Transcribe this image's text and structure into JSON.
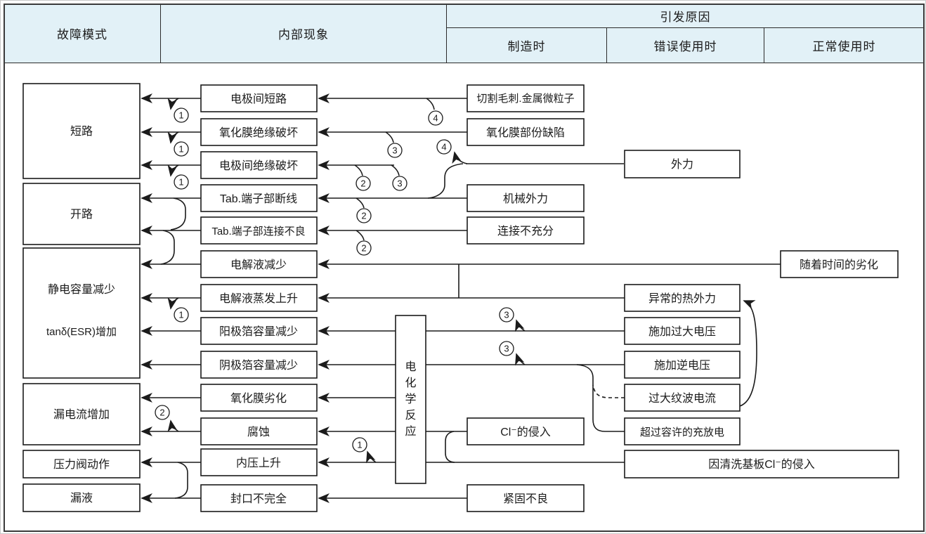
{
  "header": {
    "failure_mode": "故障模式",
    "internal_phenomenon": "内部现象",
    "cause": "引发原因",
    "cause_manufacturing": "制造时",
    "cause_misuse": "错误使用时",
    "cause_normal": "正常使用时"
  },
  "failure_modes": {
    "short_circuit": "短路",
    "open_circuit": "开路",
    "capacitance_line1": "静电容量减少",
    "capacitance_line2": "tanδ(ESR)增加",
    "leakage_current": "漏电流增加",
    "pressure_valve": "压力阀动作",
    "liquid_leak": "漏液"
  },
  "phenomena": {
    "p1": "电极间短路",
    "p2": "氧化膜绝缘破坏",
    "p3": "电极间绝缘破坏",
    "p4": "Tab.端子部断线",
    "p5": "Tab.端子部连接不良",
    "p6": "电解液减少",
    "p7": "电解液蒸发上升",
    "p8": "阳极箔容量减少",
    "p9": "阴极箔容量减少",
    "p10": "氧化膜劣化",
    "p11": "腐蚀",
    "p12": "内压上升",
    "p13": "封口不完全",
    "reaction_c1": "电",
    "reaction_c2": "化",
    "reaction_c3": "学",
    "reaction_c4": "反",
    "reaction_c5": "应"
  },
  "causes_manufacturing": {
    "m1": "切割毛刺.金属微粒子",
    "m2": "氧化膜部份缺陷",
    "m3": "机械外力",
    "m4": "连接不充分",
    "m5": "Cl⁻的侵入",
    "m6": "紧固不良"
  },
  "causes_misuse": {
    "u1": "外力",
    "u2": "异常的热外力",
    "u3": "施加过大电压",
    "u4": "施加逆电压",
    "u5": "过大纹波电流",
    "u6": "超过容许的充放电",
    "u7": "因清洗基板Cl⁻的侵入"
  },
  "causes_normal": {
    "n1": "随着时间的劣化"
  },
  "markers": {
    "one": "1",
    "two": "2",
    "three": "3",
    "four": "4"
  },
  "colors": {
    "header_bg": "#e2f1f7",
    "line": "#1b1b1b",
    "box_bg": "#ffffff"
  }
}
